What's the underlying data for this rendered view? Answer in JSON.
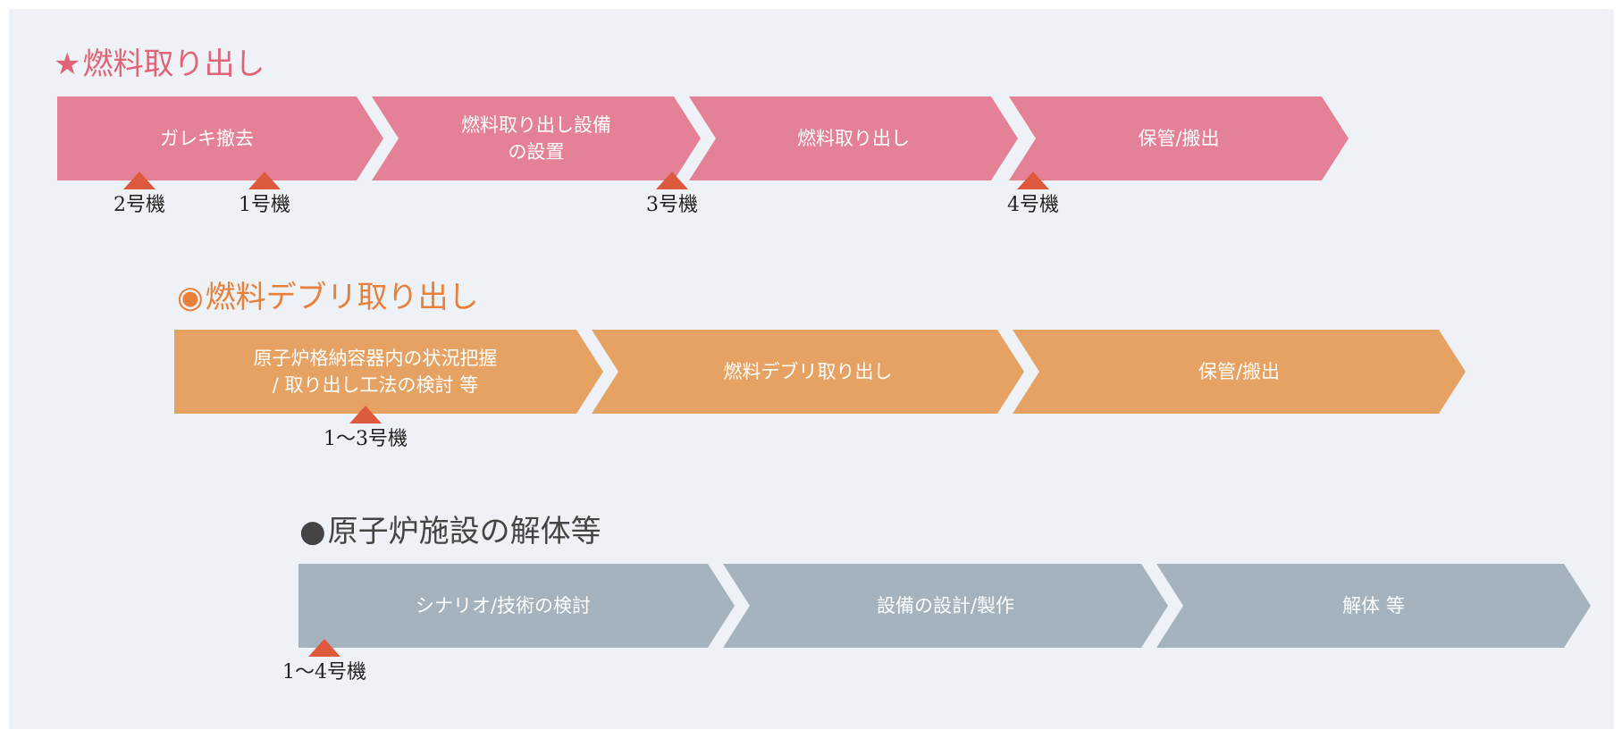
{
  "colors": {
    "panel_background": "#eef2f6",
    "fuel_title": "#e06478",
    "fuel_step": "#e58196",
    "debris_title": "#e8803a",
    "debris_step": "#e5a262",
    "dismantle_title": "#444444",
    "dismantle_step": "#a4b3bd",
    "unit_marker": "#de5a3e",
    "step_text": "#ffffff",
    "unit_text": "#222222"
  },
  "rows": [
    {
      "id": "fuel",
      "marker": "★",
      "title": "燃料取り出し",
      "steps": [
        "ガレキ撤去",
        "燃料取り出し設備\nの設置",
        "燃料取り出し",
        "保管/搬出"
      ],
      "units": [
        "2号機",
        "1号機",
        "3号機",
        "4号機"
      ]
    },
    {
      "id": "debris",
      "marker": "◉",
      "title": "燃料デブリ取り出し",
      "steps": [
        "原子炉格納容器内の状況把握\n/ 取り出し工法の検討 等",
        "燃料デブリ取り出し",
        "保管/搬出"
      ],
      "units": [
        "1～3号機"
      ]
    },
    {
      "id": "dismantle",
      "marker": "●",
      "title": "原子炉施設の解体等",
      "steps": [
        "シナリオ/技術の検討",
        "設備の設計/製作",
        "解体 等"
      ],
      "units": [
        "1～4号機"
      ]
    }
  ]
}
